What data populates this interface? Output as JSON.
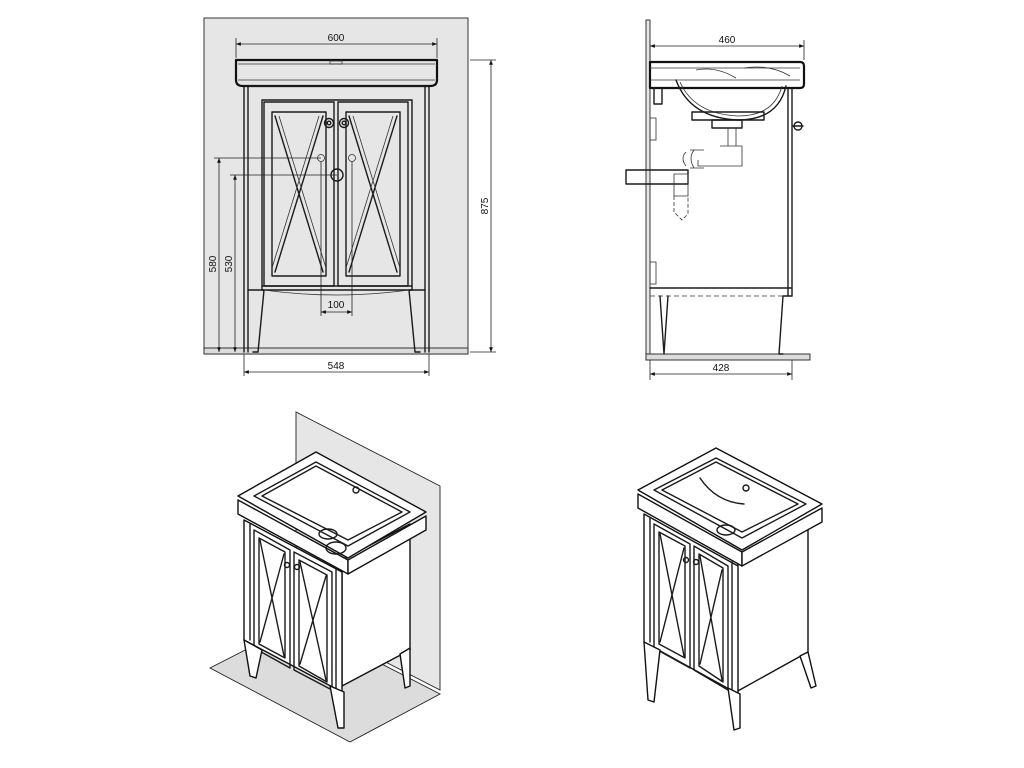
{
  "dimensions": {
    "front_width_top": "600",
    "front_width_bottom": "548",
    "front_height_total": "875",
    "front_height_580": "580",
    "front_height_530": "530",
    "front_spacing": "100",
    "side_depth_top": "460",
    "side_depth_bottom": "428"
  }
}
